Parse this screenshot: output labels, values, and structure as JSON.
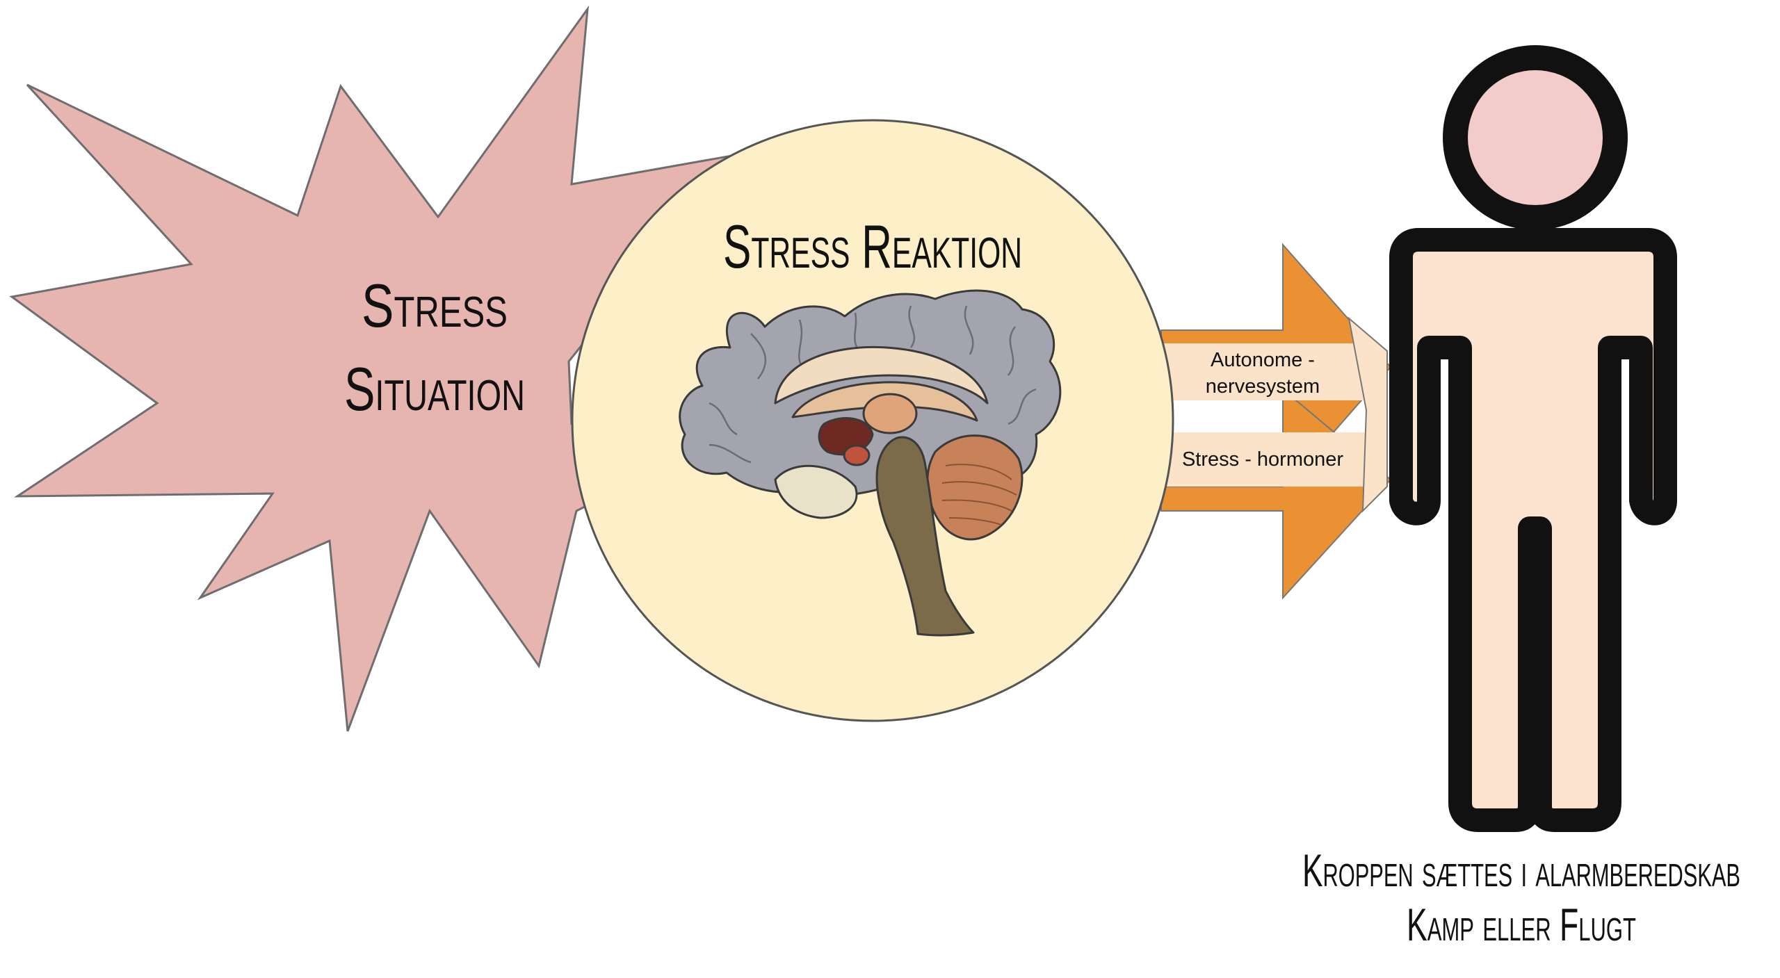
{
  "starburst": {
    "title_line1": "Stress",
    "title_line2": "Situation",
    "fill": "#e6b5b0"
  },
  "circle": {
    "title": "Stress Reaktion",
    "fill": "#fdf0c8",
    "image": "brain-illustration"
  },
  "arrows": {
    "fill": "#ea9233",
    "label_box_fill": "#fae3c9",
    "autonomic_line1": "Autonome -",
    "autonomic_line2": "nervesystem",
    "hormones": "Stress - hormoner"
  },
  "person": {
    "head_fill": "#f4cbcb",
    "body_fill": "#fbe3cf",
    "outline": "#111111",
    "icon": "person-icon"
  },
  "caption": {
    "line1": "Kroppen sættes i alarmberedskab",
    "line2": "Kamp eller Flugt"
  }
}
